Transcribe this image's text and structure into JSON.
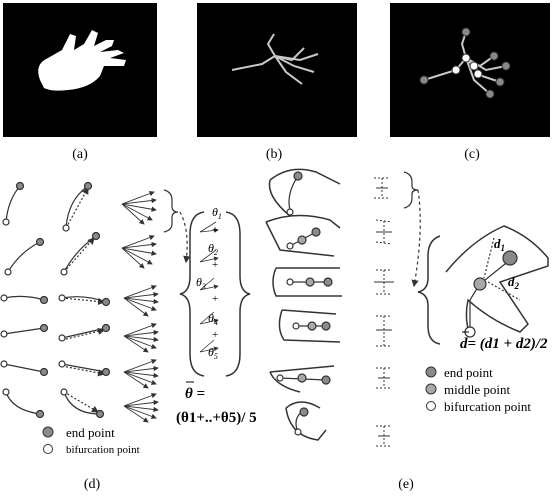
{
  "panels": {
    "a": {
      "label": "(a)"
    },
    "b": {
      "label": "(b)"
    },
    "c": {
      "label": "(c)"
    },
    "d": {
      "label": "(d)"
    },
    "e": {
      "label": "(e)"
    }
  },
  "theta": {
    "t1": "θ",
    "t1_sub": "1",
    "t2": "θ",
    "t2_sub": "2",
    "t3": "θ",
    "t3_sub": "3",
    "t4": "θ",
    "t4_sub": "4",
    "t5": "θ",
    "t5_sub": "5",
    "plus": "+",
    "formula_lhs": "θ =",
    "formula_rhs": "(θ1+..+θ5)/ 5"
  },
  "distance": {
    "d1": "d",
    "d1_sub": "1",
    "d2": "d",
    "d2_sub": "2",
    "formula": "d= (d1 + d2)/2"
  },
  "legend_d": {
    "end_point": "end point",
    "bifurcation_point": "bifurcation point"
  },
  "legend_e": {
    "end_point": "end point",
    "middle_point": "middle point",
    "bifurcation_point": "bifurcation point"
  },
  "colors": {
    "dot_dark": "#8a8a8a",
    "dot_mid": "#a8a8a8",
    "panel_bg": "#000000",
    "skeleton": "#c8c8c8",
    "line": "#333333"
  }
}
